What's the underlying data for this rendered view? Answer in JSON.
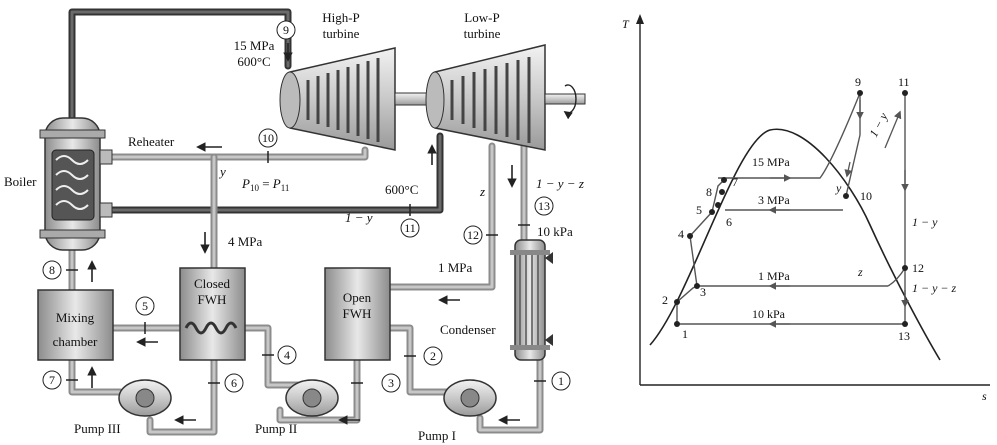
{
  "schematic": {
    "turbine_hp_label": [
      "High-P",
      "turbine"
    ],
    "turbine_lp_label": [
      "Low-P",
      "turbine"
    ],
    "boiler_label": "Boiler",
    "reheater_label": "Reheater",
    "condenser_label": "Condenser",
    "open_fwh_label": [
      "Open",
      "FWH"
    ],
    "closed_fwh_label": [
      "Closed",
      "FWH"
    ],
    "mixing_chamber_label": [
      "Mixing",
      "chamber"
    ],
    "pump_labels": [
      "Pump III",
      "Pump II",
      "Pump I"
    ],
    "state9_conditions": [
      "15 MPa",
      "600°C"
    ],
    "state11_temp": "600°C",
    "p10_p11_relation": [
      "P",
      "10",
      " = ",
      "P",
      "11"
    ],
    "p_closed_fwh": "4 MPa",
    "p_open_fwh": "1 MPa",
    "p_condenser": "10 kPa",
    "fraction_y": "y",
    "fraction_1_minus_y": "1 − y",
    "fraction_z": "z",
    "fraction_1_y_z": "1 − y − z",
    "states": [
      "1",
      "2",
      "3",
      "4",
      "5",
      "6",
      "7",
      "8",
      "9",
      "10",
      "11",
      "12",
      "13"
    ]
  },
  "ts_diagram": {
    "axis_t": "T",
    "axis_s": "s",
    "isobar_labels": [
      "15 MPa",
      "3 MPa",
      "1 MPa",
      "10 kPa"
    ],
    "fraction_labels": [
      "1 − y",
      "1 − y − z",
      "y",
      "z",
      "1 − y"
    ],
    "states": [
      "1",
      "2",
      "3",
      "4",
      "5",
      "6",
      "7",
      "8",
      "9",
      "10",
      "11",
      "12",
      "13"
    ]
  }
}
